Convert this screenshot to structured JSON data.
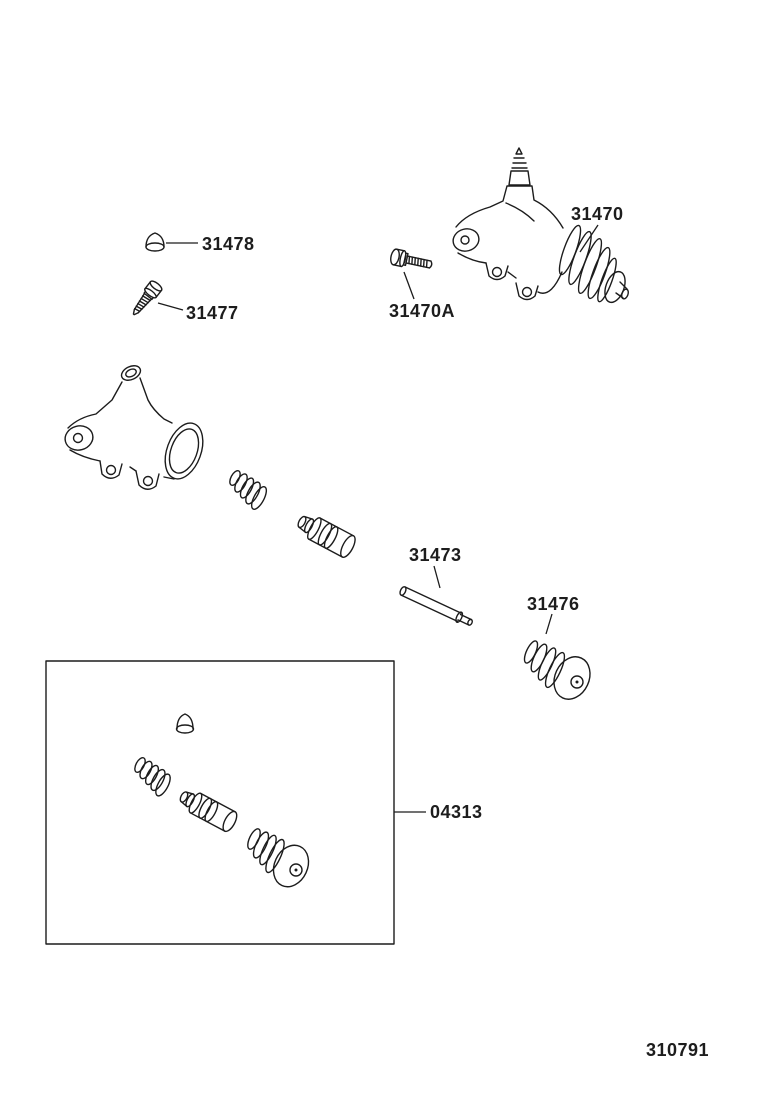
{
  "diagram": {
    "figure_number": "310791",
    "part_labels": {
      "31478": "31478",
      "31477": "31477",
      "31470": "31470",
      "31470A": "31470A",
      "31473": "31473",
      "31476": "31476",
      "04313": "04313"
    }
  }
}
